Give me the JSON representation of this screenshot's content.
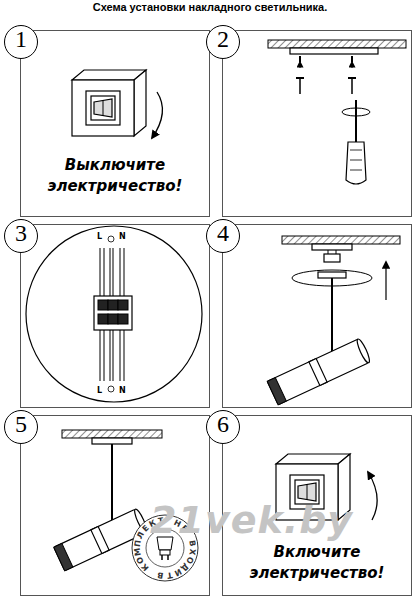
{
  "diagram": {
    "title": "Схема установки накладного светильника.",
    "nodes": [
      {
        "text": [
          "1",
          "Выключите электричество!"
        ]
      },
      {
        "text": [
          "2"
        ]
      },
      {
        "text": [
          "3"
        ]
      },
      {
        "text": [
          "4"
        ]
      },
      {
        "text": [
          "5"
        ]
      },
      {
        "text": [
          "6",
          "Включите электричество!"
        ]
      }
    ],
    "labels": [
      "L",
      "N",
      "L",
      "N",
      "В КОМПЛЕКТ НЕ ВХОДИТ",
      "21vek.by"
    ]
  }
}
